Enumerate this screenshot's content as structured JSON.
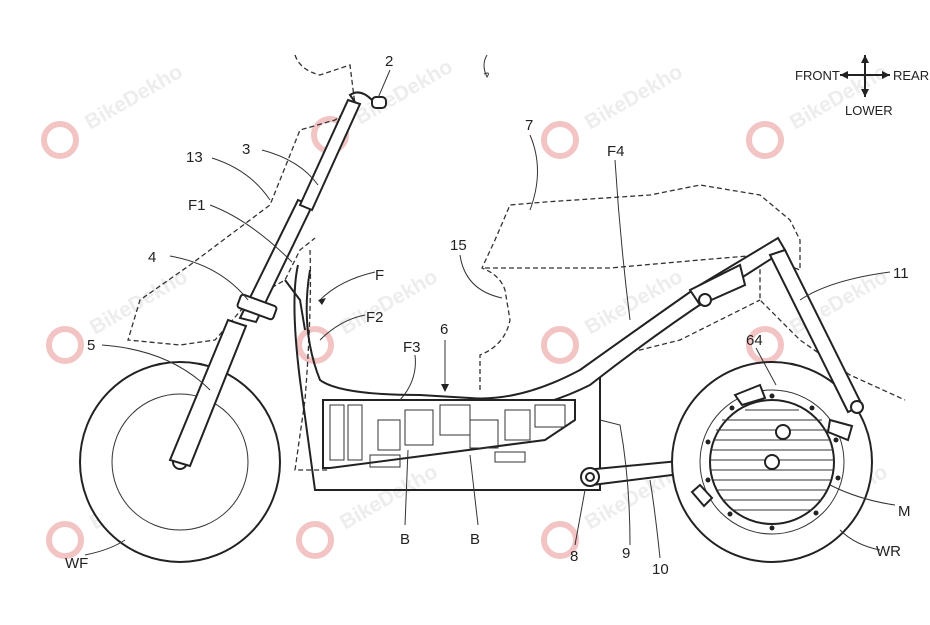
{
  "watermark": "BikeDekho",
  "directions": {
    "front": "FRONT",
    "rear": "REAR",
    "lower": "LOWER"
  },
  "labels": {
    "l2": "2",
    "l3": "3",
    "l13": "13",
    "lF1": "F1",
    "l4": "4",
    "l5": "5",
    "lWF": "WF",
    "l7": "7",
    "lF4": "F4",
    "l15": "15",
    "lF": "F",
    "lF2": "F2",
    "l6": "6",
    "lF3": "F3",
    "lB1": "B",
    "lB2": "B",
    "l11": "11",
    "l64": "64",
    "lM": "M",
    "lWR": "WR",
    "l8": "8",
    "l9": "9",
    "l10": "10"
  },
  "colors": {
    "line": "#222222",
    "watermark_logo": "#f2c4c4",
    "watermark_text": "#ededed"
  }
}
